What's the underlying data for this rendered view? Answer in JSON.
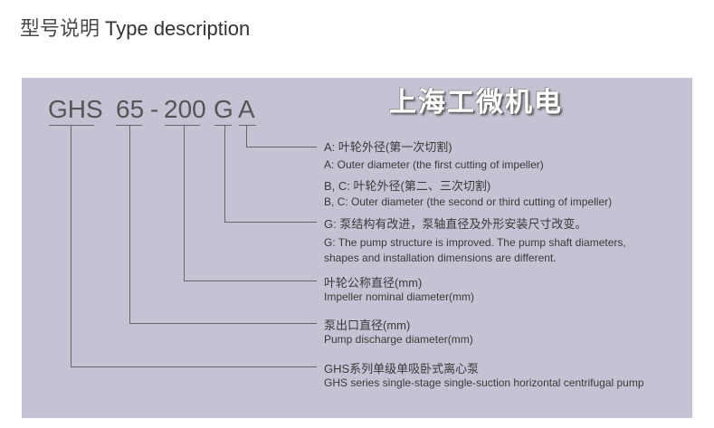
{
  "title": {
    "zh": "型号说明",
    "en": "Type description"
  },
  "model": {
    "series": "GHS",
    "dash_left": "65",
    "dash": "-",
    "right": "200",
    "g": "G",
    "a": "A"
  },
  "items": [
    {
      "zh": "A: 叶轮外径(第一次切割)",
      "en": "A: Outer diameter (the first cutting of impeller)"
    },
    {
      "zh": "B, C: 叶轮外径(第二、三次切割)",
      "en": "B, C: Outer diameter (the second or third cutting of impeller)"
    },
    {
      "zh": "G: 泵结构有改进，泵轴直径及外形安装尺寸改变。",
      "en": "G: The pump structure is improved. The pump shaft diameters,",
      "en2": "shapes and installation dimensions are different."
    },
    {
      "zh": "叶轮公称直径(mm)",
      "en": "Impeller nominal diameter(mm)"
    },
    {
      "zh": "泵出口直径(mm)",
      "en": "Pump discharge diameter(mm)"
    },
    {
      "zh": "GHS系列单级单吸卧式离心泵",
      "en": "GHS series single-stage single-suction horizontal centrifugal pump"
    }
  ],
  "watermark": "上海工微机电",
  "colors": {
    "panel": "#c4c3d3",
    "line": "#666666"
  }
}
